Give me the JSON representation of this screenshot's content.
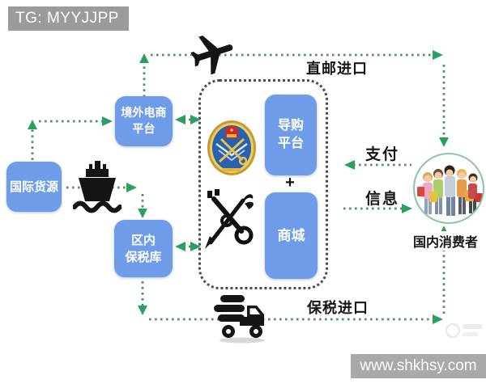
{
  "banner": {
    "text": "TG: MYYJJPP"
  },
  "diagram": {
    "nodes": {
      "international_source": {
        "label": "国际货源"
      },
      "overseas_platform": {
        "line1": "境外电商",
        "line2": "平台"
      },
      "bonded_warehouse": {
        "line1": "区内",
        "line2": "保税库"
      },
      "guide_platform": {
        "line1": "导购",
        "line2": "平台"
      },
      "plus": "+",
      "mall": {
        "label": "商城"
      }
    },
    "flow_labels": {
      "direct_mail": "直邮进口",
      "bonded_import": "保税进口",
      "payment": "支付",
      "information": "信息",
      "consumers": "国内消费者"
    },
    "icons": [
      "airplane-icon",
      "ship-icon",
      "truck-icon",
      "customs-emblem-icon",
      "customs-key-caduceus-icon",
      "consumers-photo"
    ]
  },
  "footer": {
    "site": "www.shkhsy.com"
  },
  "colors": {
    "node_blue": "#6f9ce8",
    "arrow_green": "#2aa05e",
    "line_green": "#4f8f6e",
    "container_border": "#474f4a",
    "banner_gray": "#9b9b9b",
    "footer_gray": "#a9a9a9"
  }
}
